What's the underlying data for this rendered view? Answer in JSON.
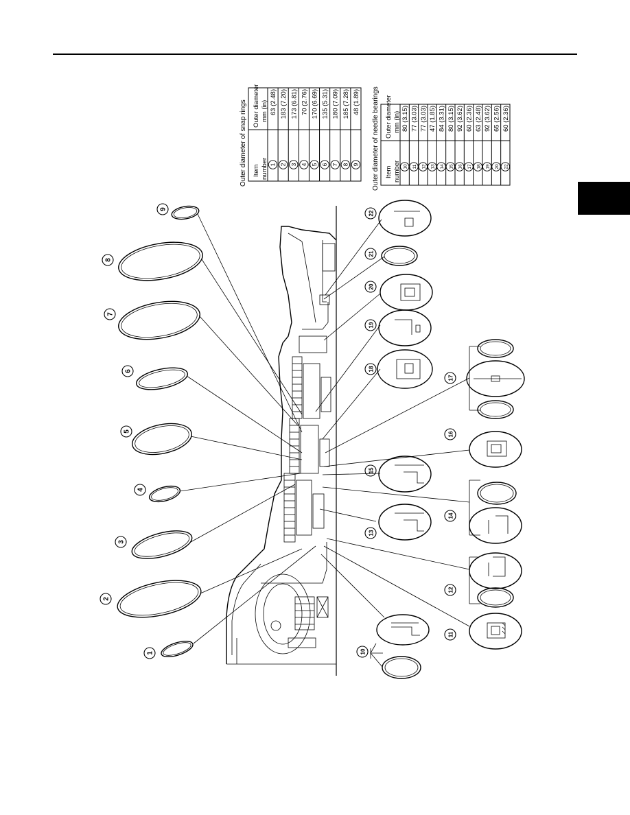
{
  "snap_rings": {
    "title": "Outer diameter of snap rings",
    "header": {
      "col1_line1": "Item",
      "col1_line2": "number",
      "col2_line1": "Outer diameter",
      "col2_line2": "mm (in)"
    },
    "rows": [
      {
        "item": "1",
        "value": "63 (2.48)"
      },
      {
        "item": "2",
        "value": "183 (7.20)"
      },
      {
        "item": "3",
        "value": "173 (6.81)"
      },
      {
        "item": "4",
        "value": "70 (2.76)"
      },
      {
        "item": "5",
        "value": "170 (6.69)"
      },
      {
        "item": "6",
        "value": "135 (5.31)"
      },
      {
        "item": "7",
        "value": "180 (7.09)"
      },
      {
        "item": "8",
        "value": "185 (7.28)"
      },
      {
        "item": "9",
        "value": "48 (1.89)"
      }
    ]
  },
  "needle_bearings": {
    "title": "Outer diameter of needle bearings",
    "header": {
      "col1_line1": "Item",
      "col1_line2": "number",
      "col2_line1": "Outer diameter",
      "col2_line2": "mm (in)"
    },
    "rows": [
      {
        "item": "10",
        "value": "80 (3.15)"
      },
      {
        "item": "11",
        "value": "77 (3.03)"
      },
      {
        "item": "12",
        "value": "77 (3.03)"
      },
      {
        "item": "13",
        "value": "47 (1.85)"
      },
      {
        "item": "14",
        "value": "84 (3.31)"
      },
      {
        "item": "15",
        "value": "80 (3.15)"
      },
      {
        "item": "16",
        "value": "92 (3.62)"
      },
      {
        "item": "17",
        "value": "60 (2.36)"
      },
      {
        "item": "18",
        "value": "63 (2.48)"
      },
      {
        "item": "19",
        "value": "92 (3.62)"
      },
      {
        "item": "20",
        "value": "65 (2.56)"
      },
      {
        "item": "22",
        "value": "60 (2.36)"
      }
    ]
  },
  "callouts": [
    "1",
    "2",
    "3",
    "4",
    "5",
    "6",
    "7",
    "8",
    "9",
    "10",
    "11",
    "12",
    "13",
    "14",
    "15",
    "16",
    "17",
    "18",
    "19",
    "20",
    "21",
    "22"
  ]
}
